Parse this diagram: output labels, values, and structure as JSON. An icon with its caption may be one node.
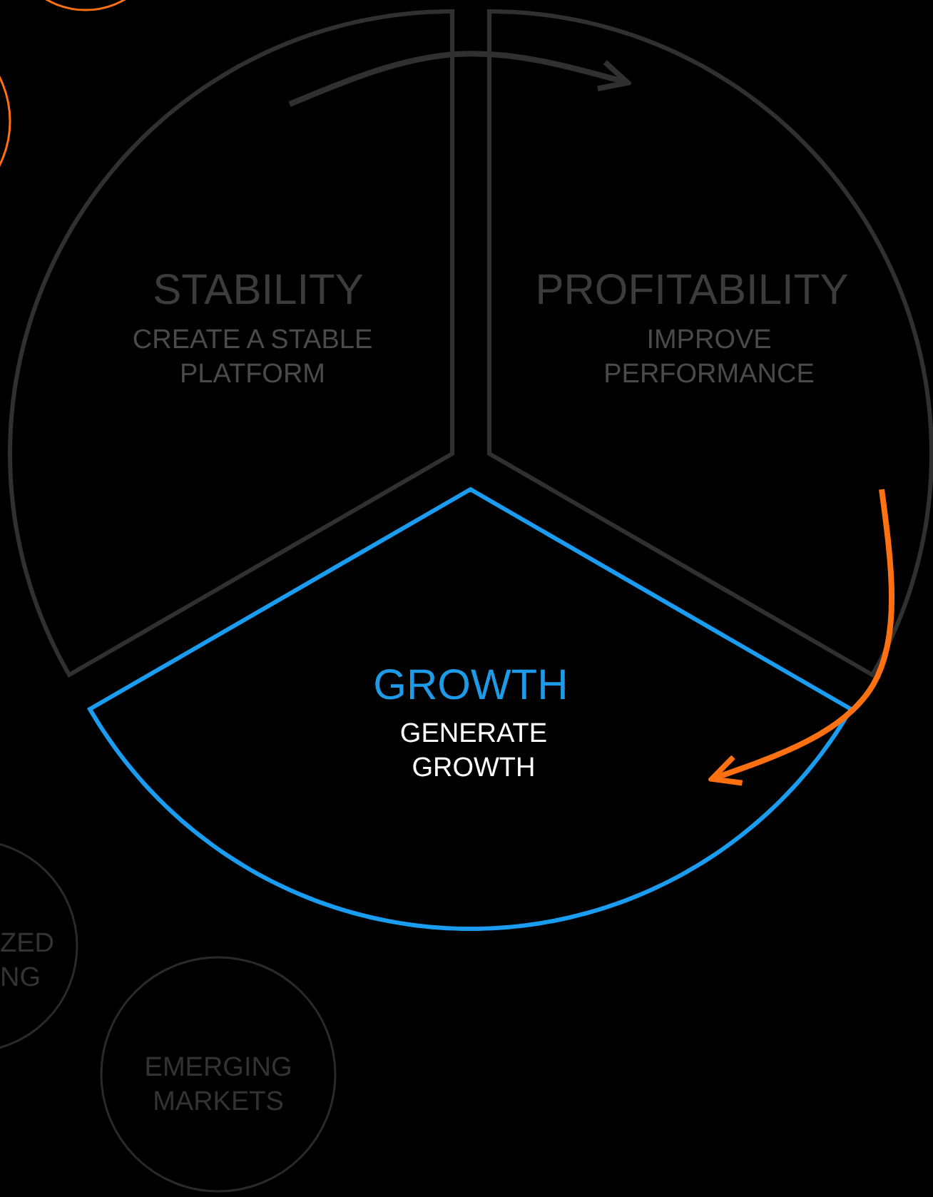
{
  "diagram": {
    "nodes": [
      {
        "text": [],
        "shape": "circle"
      },
      {
        "text": [],
        "shape": "circle"
      },
      {
        "text": [
          "STABILITY",
          "CREATE A STABLE PLATFORM"
        ]
      },
      {
        "text": [
          "PROFITABILITY",
          "IMPROVE PERFORMANCE"
        ]
      },
      {
        "text": [
          "GROWTH",
          "GENERATE GROWTH"
        ]
      },
      {
        "text": [
          "ZED NG"
        ]
      },
      {
        "text": [
          "EMERGING MARKETS"
        ]
      }
    ],
    "edges": [
      {
        "from": 2,
        "to": 3,
        "arrow": "to"
      },
      {
        "from": 3,
        "to": 4,
        "arrow": "to",
        "color": "#ff7010"
      }
    ]
  }
}
